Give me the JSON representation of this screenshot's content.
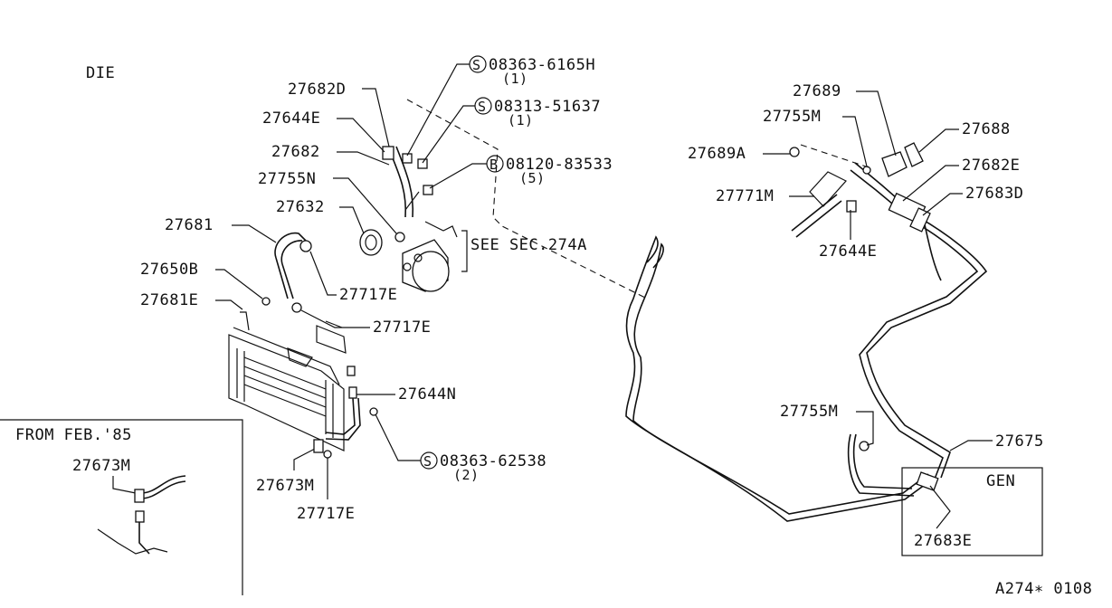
{
  "diagram": {
    "variant_labels": {
      "die": "DIE",
      "gen": "GEN",
      "inset_title": "FROM FEB.'85"
    },
    "see_sec": "SEE SEC.274A",
    "drawing_ref": "A274∗ 0108",
    "callouts": {
      "p_27682D": "27682D",
      "p_27644E_a": "27644E",
      "p_27682": "27682",
      "p_27755N": "27755N",
      "p_27632": "27632",
      "p_27681": "27681",
      "p_27650B": "27650B",
      "p_27681E": "27681E",
      "p_27717E_a": "27717E",
      "p_27717E_b": "27717E",
      "p_27644N": "27644N",
      "p_27673M_a": "27673M",
      "p_27717E_c": "27717E",
      "p_27673M_b": "27673M",
      "p_27689": "27689",
      "p_27755M_a": "27755M",
      "p_27688": "27688",
      "p_27689A": "27689A",
      "p_27682E": "27682E",
      "p_27771M": "27771M",
      "p_27683D": "27683D",
      "p_27644E_b": "27644E",
      "p_27755M_b": "27755M",
      "p_27675": "27675",
      "p_27683E": "27683E"
    },
    "fasteners": [
      {
        "symbol": "S",
        "part": "08363-6165H",
        "qty": "(1)"
      },
      {
        "symbol": "S",
        "part": "08313-51637",
        "qty": "(1)"
      },
      {
        "symbol": "B",
        "part": "08120-83533",
        "qty": "(5)"
      },
      {
        "symbol": "S",
        "part": "08363-62538",
        "qty": "(2)"
      }
    ]
  }
}
